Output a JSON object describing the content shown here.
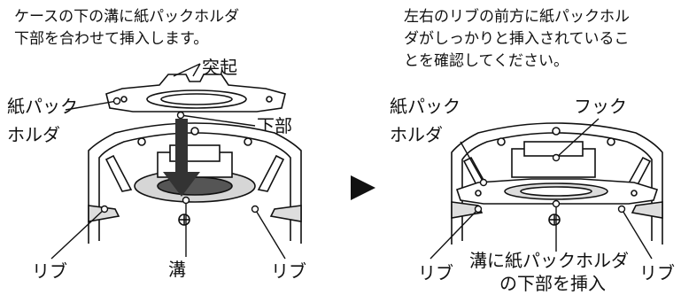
{
  "left": {
    "caption": [
      "ケースの下の溝に紙パックホルダ",
      "下部を合わせて挿入します。"
    ],
    "labels": {
      "protrusion": "突起",
      "holder": [
        "紙パック",
        "ホルダ"
      ],
      "bottom": "下部",
      "rib_left": "リブ",
      "groove": "溝",
      "rib_right": "リブ"
    }
  },
  "right": {
    "caption": [
      "左右のリブの前方に紙パックホル",
      "ダがしっかりと挿入されているこ",
      "とを確認してください。"
    ],
    "labels": {
      "holder": [
        "紙パック",
        "ホルダ"
      ],
      "hook": "フック",
      "rib_left": "リブ",
      "insert": [
        "溝に紙パックホルダ",
        "の下部を挿入"
      ],
      "rib_right": "リブ"
    }
  },
  "arrow_icon": "right-triangle-arrow"
}
